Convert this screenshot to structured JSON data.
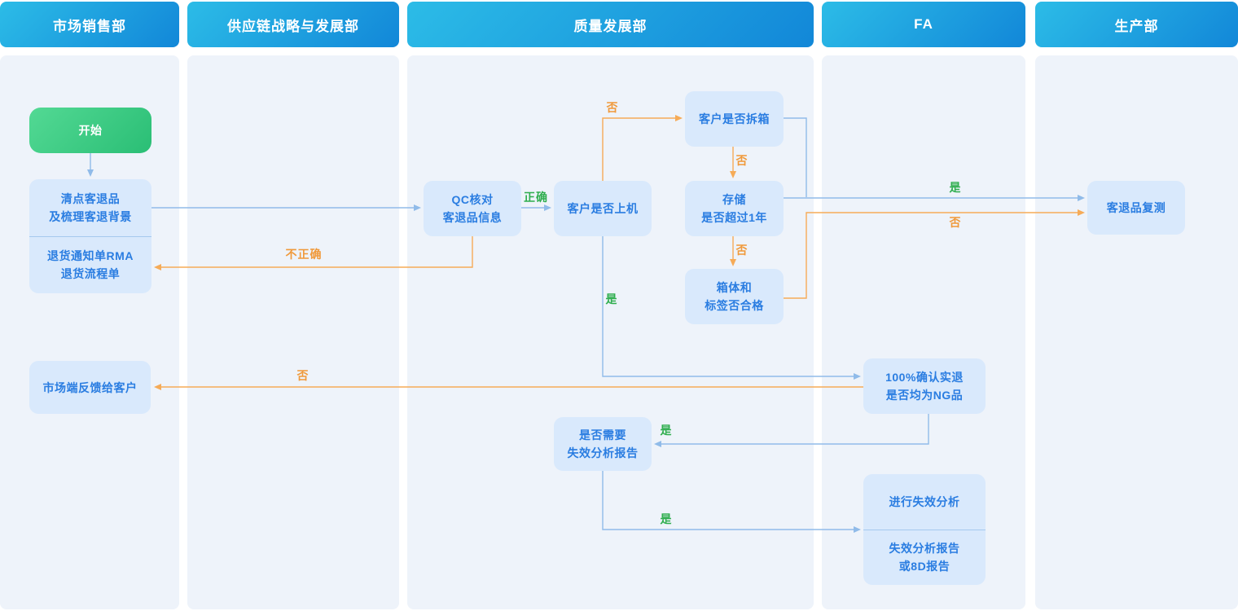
{
  "lanes": [
    {
      "title": "市场销售部"
    },
    {
      "title": "供应链战略与发展部"
    },
    {
      "title": "质量发展部"
    },
    {
      "title": "FA"
    },
    {
      "title": "生产部"
    }
  ],
  "nodes": {
    "start": "开始",
    "count": "清点客退品\n及梳理客退背景",
    "rma": "退货通知单RMA\n退货流程单",
    "feedback": "市场端反馈给客户",
    "qc": "QC核对\n客退品信息",
    "on_machine": "客户是否上机",
    "unbox": "客户是否拆箱",
    "storage": "存储\n是否超过1年",
    "box_label": "箱体和\n标签否合格",
    "ng_confirm": "100%确认实退\n是否均为NG品",
    "need_fa": "是否需要\n失效分析报告",
    "do_fa": "进行失效分析",
    "fa_report": "失效分析报告\n或8D报告",
    "retest": "客退品复测"
  },
  "edge_labels": {
    "correct": "正确",
    "incorrect": "不正确",
    "yes": "是",
    "no": "否"
  },
  "colors": {
    "header_gradient_start": "#2cbce7",
    "header_gradient_end": "#1287d8",
    "lane_bg": "#eef3fa",
    "node_bg": "#d9e9fc",
    "node_text": "#2a7de1",
    "start_gradient_start": "#53d994",
    "start_gradient_end": "#2abe75",
    "blue_connector": "#90bbe9",
    "orange_connector": "#f6ab57",
    "green_label": "#2fae4e",
    "orange_label": "#f0993a"
  }
}
